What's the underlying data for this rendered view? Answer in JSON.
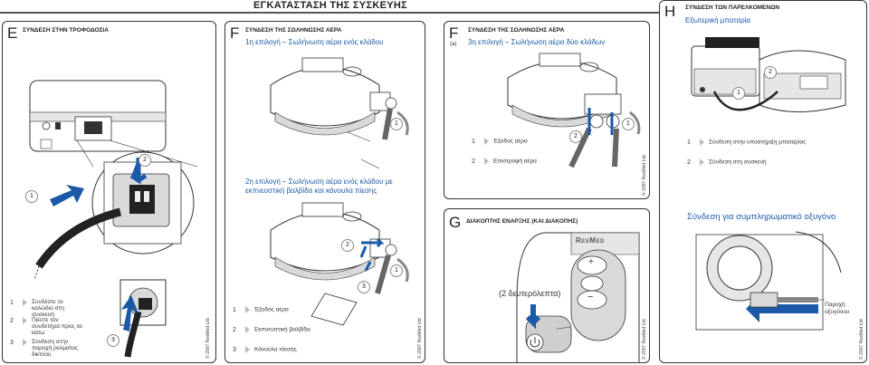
{
  "page": {
    "title": "ΕΓΚΑΤΑΣΤΑΣΗ ΤΗΣ ΣΥΣΚΕΥΗΣ"
  },
  "panel_e": {
    "letter": "E",
    "heading": "ΣΥΝΔΕΣΗ ΣΤΗΝ ΤΡΟΦΟΔΟΣΙΑ",
    "callouts": [
      "2",
      "1",
      "3"
    ],
    "steps": [
      {
        "num": "1",
        "text": "Συνδέστε το καλώδιο στη συσκευή"
      },
      {
        "num": "2",
        "text": "Πιέστε τον συνδετήρα προς τα κάτω"
      },
      {
        "num": "3",
        "text": "Σύνδεση στην παροχή ρεύματος δικτύου"
      }
    ],
    "copyright": "© 2007 ResMed Ltd."
  },
  "panel_f": {
    "letter": "F",
    "heading": "ΣΥΝΔΕΣΗ ΤΗΣ ΣΩΛΗΝΩΣΗΣ ΑΕΡΑ",
    "option1": "1η επιλογή – Σωλήνωση αέρα ενός κλάδου",
    "option2": "2η επιλογή – Σωλήνωση αέρα ενός κλάδου με εκπνευστική βαλβίδα και κάνουλα πίεσης",
    "callouts_top": [
      "1"
    ],
    "callouts_bottom": [
      "2",
      "1",
      "3"
    ],
    "steps": [
      {
        "num": "1",
        "text": "Έξοδος αέρα"
      },
      {
        "num": "2",
        "text": "Εκπνευστική βαλβίδα"
      },
      {
        "num": "3",
        "text": "Κάνουλα πίεσης"
      }
    ],
    "copyright": "© 2007 ResMed Ltd."
  },
  "panel_fa": {
    "letter": "F",
    "sub_letter": "(a)",
    "heading": "ΣΥΝΔΕΣΗ ΤΗΣ ΣΩΛΗΝΩΣΗΣ ΑΕΡΑ",
    "option3": "3η επιλογή – Σωλήνωση αέρα δύο κλάδων",
    "callouts": [
      "2",
      "1"
    ],
    "steps": [
      {
        "num": "1",
        "text": "Έξοδος αέρα"
      },
      {
        "num": "2",
        "text": "Επιστροφή αέρα"
      }
    ],
    "copyright": "© 2007 ResMed Ltd."
  },
  "panel_g": {
    "letter": "G",
    "heading": "ΔΙΑΚΟΠΤΗΣ ΕΝΑΡΞΗΣ (ΚΑΙ ΔΙΑΚΟΠΗΣ)",
    "brand": "ResMed",
    "duration": "(2 δευτερόλεπτα)",
    "plus": "+",
    "minus": "−",
    "copyright": "© 2007 ResMed Ltd."
  },
  "panel_h": {
    "letter": "H",
    "heading": "ΣΥΝΔΕΣΗ ΤΩΝ ΠΑΡΕΛΚΟΜΕΝΩΝ",
    "battery_title": "Εξωτερική μπαταρία",
    "callouts": [
      "2",
      "1"
    ],
    "steps": [
      {
        "num": "1",
        "text": "Σύνδεση στην υποστήριξη μπαταρίας"
      },
      {
        "num": "2",
        "text": "Σύνδεση στη συσκευή"
      }
    ],
    "oxygen_title": "Σύνδεση για συμπληρωματικό οξυγόνο",
    "oxygen_label": "Παροχή οξυγόνου",
    "copyright": "© 2007 ResMed Ltd."
  },
  "colors": {
    "accent": "#1a5aa8",
    "line": "#333333",
    "shade": "#d9d9d9"
  }
}
